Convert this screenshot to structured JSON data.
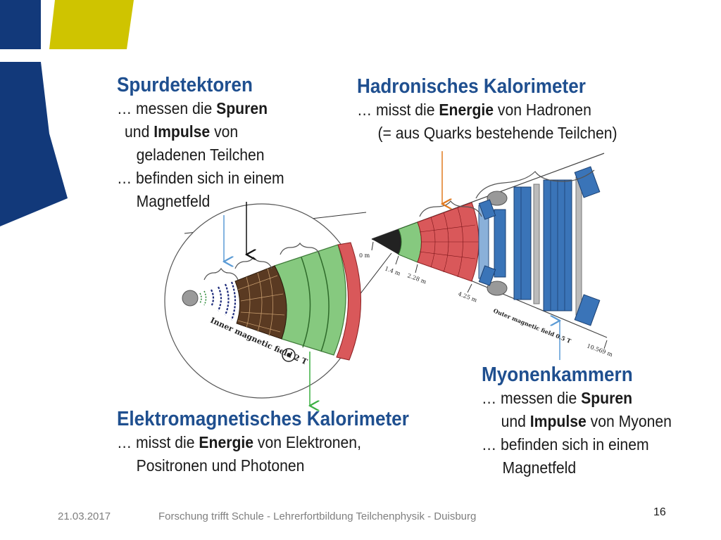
{
  "colors": {
    "navy": "#12397a",
    "olive": "#cfc400",
    "heading": "#1f4f8f",
    "ecal_green": "#86c97f",
    "hcal_red": "#d9585a",
    "muon_blue": "#3a74b8"
  },
  "spur": {
    "title": "Spurdetektoren",
    "l1_pre": "… messen die ",
    "l1_b": "Spuren",
    "l2_pre": "und ",
    "l2_b": "Impulse",
    "l2_post": " von",
    "l3": "geladenen Teilchen",
    "l4": "… befinden sich in einem",
    "l5": "Magnetfeld"
  },
  "hadron": {
    "title": "Hadronisches Kalorimeter",
    "l1_pre": "… misst die ",
    "l1_b": "Energie",
    "l1_post": " von Hadronen",
    "l2": "(= aus Quarks bestehende Teilchen)"
  },
  "muon": {
    "title": "Myonenkammern",
    "l1_pre": "… messen die ",
    "l1_b": "Spuren",
    "l2_pre": "und ",
    "l2_b": "Impulse",
    "l2_post": " von Myonen",
    "l3": "… befinden sich in einem",
    "l4": "Magnetfeld"
  },
  "em": {
    "title": "Elektromagnetisches Kalorimeter",
    "l1_pre": "… misst die ",
    "l1_b": "Energie",
    "l1_post": " von Elektronen,",
    "l2": "Positronen und Photonen"
  },
  "diagram": {
    "inner_field": "Inner magnetic field 2 T",
    "outer_field": "Outer magnetic field 0.5 T",
    "r0": "0 m",
    "r1": "1.4 m",
    "r2": "2.28 m",
    "r3": "4.25 m",
    "r4": "10.569 m"
  },
  "footer": {
    "date": "21.03.2017",
    "text": "Forschung trifft Schule - Lehrerfortbildung Teilchenphysik - Duisburg",
    "page": "16"
  }
}
